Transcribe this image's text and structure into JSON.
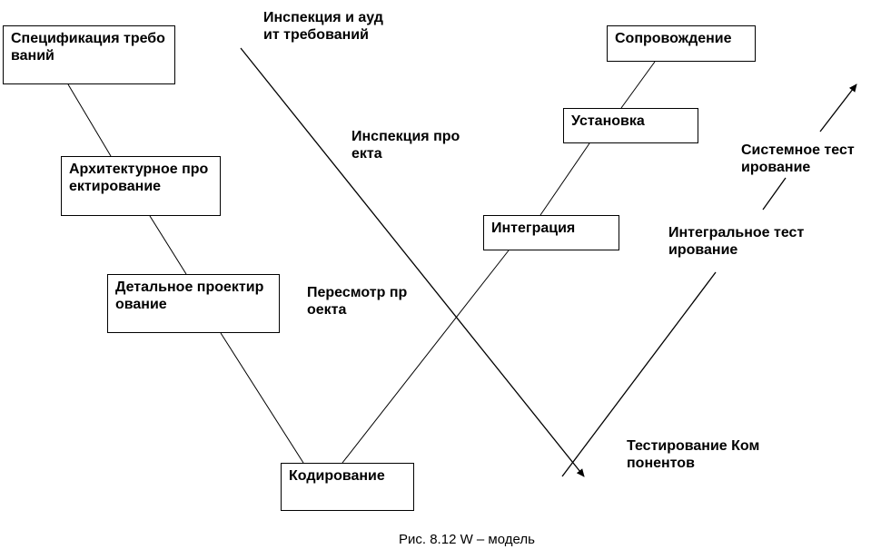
{
  "diagram": {
    "boxes": {
      "spec": "Спецификация требований",
      "arch": "Архитектурное проектирование",
      "detail": "Детальное проектирование",
      "coding": "Кодирование",
      "integration": "Интеграция",
      "install": "Установка",
      "support": "Сопровождение"
    },
    "labels": {
      "req_inspection": "Инспекция и аудит требований",
      "proj_inspection": "Инспекция проекта",
      "proj_review": "Пересмотр проекта",
      "component_testing": "Тестирование Компонентов",
      "integration_testing": "Интегральное тестирование",
      "system_testing": "Системное тестирование"
    },
    "caption": "Рис. 8.12 W – модель"
  }
}
